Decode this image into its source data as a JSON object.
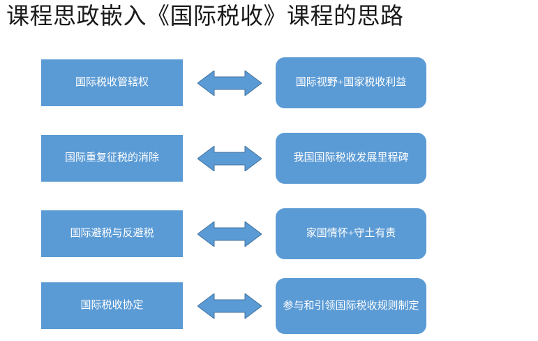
{
  "slide": {
    "title": "课程思政嵌入《国际税收》课程的思路",
    "background_color": "#FFFFFF",
    "accent_color": "#5B9BD5",
    "text_color": "#FFFFFF",
    "title_color": "#1A1A1A"
  },
  "diagram": {
    "type": "paired-mapping",
    "arrow_icon": "double-headed-arrow-icon",
    "rows": [
      {
        "index": 1,
        "left": "国际税收管辖权",
        "right": "国际视野+国家税收利益",
        "arrow_label": ""
      },
      {
        "index": 2,
        "left": "国际重复征税的消除",
        "right": "我国国际税收发展里程碑",
        "arrow_label": ""
      },
      {
        "index": 3,
        "left": "国际避税与反避税",
        "right": "家国情怀+守土有责",
        "arrow_label": ""
      },
      {
        "index": 4,
        "left": "国际税收协定",
        "right": "参与和引领国际税收规则制定",
        "arrow_label": ""
      }
    ]
  }
}
